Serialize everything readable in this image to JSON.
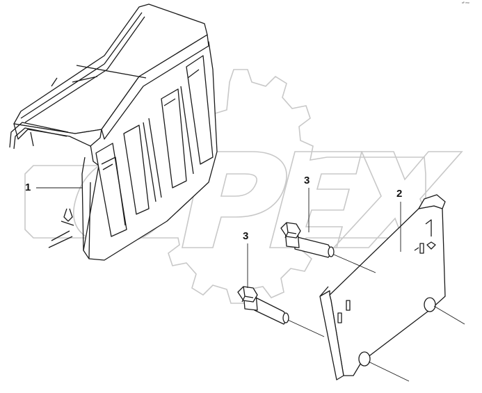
{
  "callouts": {
    "part_1": "1",
    "part_2": "2",
    "part_3a": "3",
    "part_3b": "3"
  },
  "watermark": {
    "text": "OPEX"
  },
  "corner_mark": "ᵃᴾ ᵐᵉᶦ",
  "colors": {
    "line": "#1a1a1a",
    "watermark": "#c8c8c8",
    "cover_fill": "#ffffff"
  }
}
